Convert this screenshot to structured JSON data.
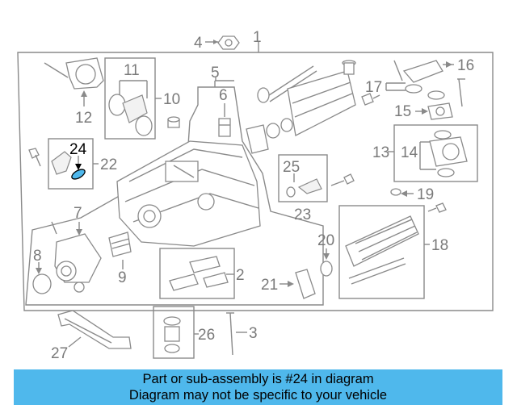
{
  "callouts": [
    {
      "id": "1",
      "label": "1"
    },
    {
      "id": "2",
      "label": "2"
    },
    {
      "id": "3",
      "label": "3"
    },
    {
      "id": "4",
      "label": "4"
    },
    {
      "id": "5",
      "label": "5"
    },
    {
      "id": "6",
      "label": "6"
    },
    {
      "id": "7",
      "label": "7"
    },
    {
      "id": "8",
      "label": "8"
    },
    {
      "id": "9",
      "label": "9"
    },
    {
      "id": "10",
      "label": "10"
    },
    {
      "id": "11",
      "label": "11"
    },
    {
      "id": "12",
      "label": "12"
    },
    {
      "id": "13",
      "label": "13"
    },
    {
      "id": "14",
      "label": "14"
    },
    {
      "id": "15",
      "label": "15"
    },
    {
      "id": "16",
      "label": "16"
    },
    {
      "id": "17",
      "label": "17"
    },
    {
      "id": "18",
      "label": "18"
    },
    {
      "id": "19",
      "label": "19"
    },
    {
      "id": "20",
      "label": "20"
    },
    {
      "id": "21",
      "label": "21"
    },
    {
      "id": "22",
      "label": "22"
    },
    {
      "id": "23",
      "label": "23"
    },
    {
      "id": "24",
      "label": "24"
    },
    {
      "id": "25",
      "label": "25"
    },
    {
      "id": "26",
      "label": "26"
    },
    {
      "id": "27",
      "label": "27"
    }
  ],
  "highlighted_part": "24",
  "banner": {
    "line1": "Part or sub-assembly is #24 in diagram",
    "line2": "Diagram may not be specific to your vehicle"
  },
  "colors": {
    "banner": "#4fb8ec",
    "highlight_part": "#4fb8ec",
    "line": "#8a8a8a"
  }
}
